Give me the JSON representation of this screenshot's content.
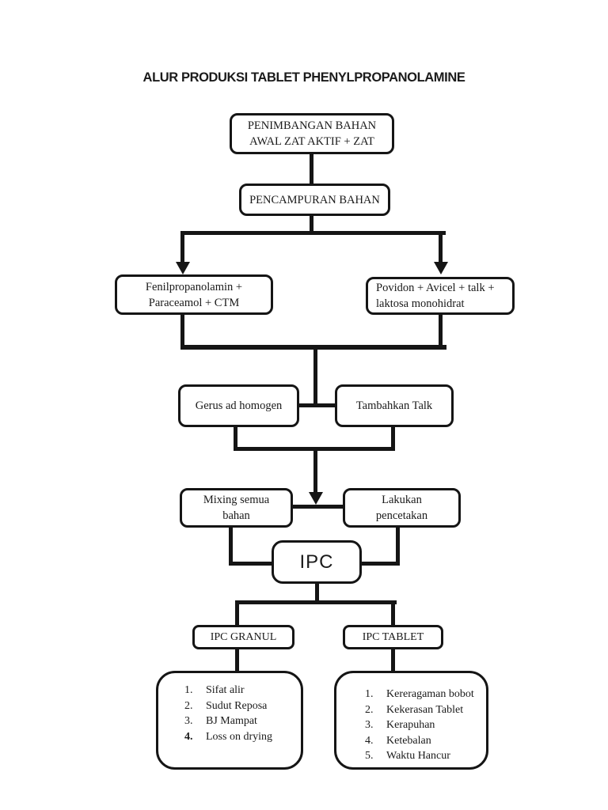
{
  "title": "ALUR PRODUKSI TABLET PHENYLPROPANOLAMINE",
  "flow": {
    "weighing": "PENIMBANGAN BAHAN\nAWAL ZAT AKTIF + ZAT",
    "blending": "PENCAMPURAN BAHAN",
    "active_mix": "Fenilpropanolamin +\nParaceamol + CTM",
    "excipient_mix": "Povidon + Avicel + talk +\nlaktosa monohidrat",
    "grind": "Gerus ad homogen",
    "add_talc": "Tambahkan Talk",
    "mix_all": "Mixing semua\nbahan",
    "compress": "Lakukan\npencetakan",
    "ipc": "IPC",
    "ipc_granul": "IPC GRANUL",
    "ipc_tablet": "IPC TABLET"
  },
  "granul_tests": {
    "items": [
      {
        "num": "1.",
        "text": "Sifat alir"
      },
      {
        "num": "2.",
        "text": "Sudut Reposa"
      },
      {
        "num": "3.",
        "text": "BJ Mampat"
      },
      {
        "num": "4.",
        "text": "Loss on drying"
      }
    ]
  },
  "tablet_tests": {
    "items": [
      {
        "num": "1.",
        "text": "Kereragaman bobot"
      },
      {
        "num": "2.",
        "text": "Kekerasan Tablet"
      },
      {
        "num": "3.",
        "text": "Kerapuhan"
      },
      {
        "num": "4.",
        "text": "Ketebalan"
      },
      {
        "num": "5.",
        "text": "Waktu Hancur"
      }
    ]
  },
  "colors": {
    "ink": "#1a1a1a",
    "line": "#151515",
    "background": "#ffffff"
  }
}
